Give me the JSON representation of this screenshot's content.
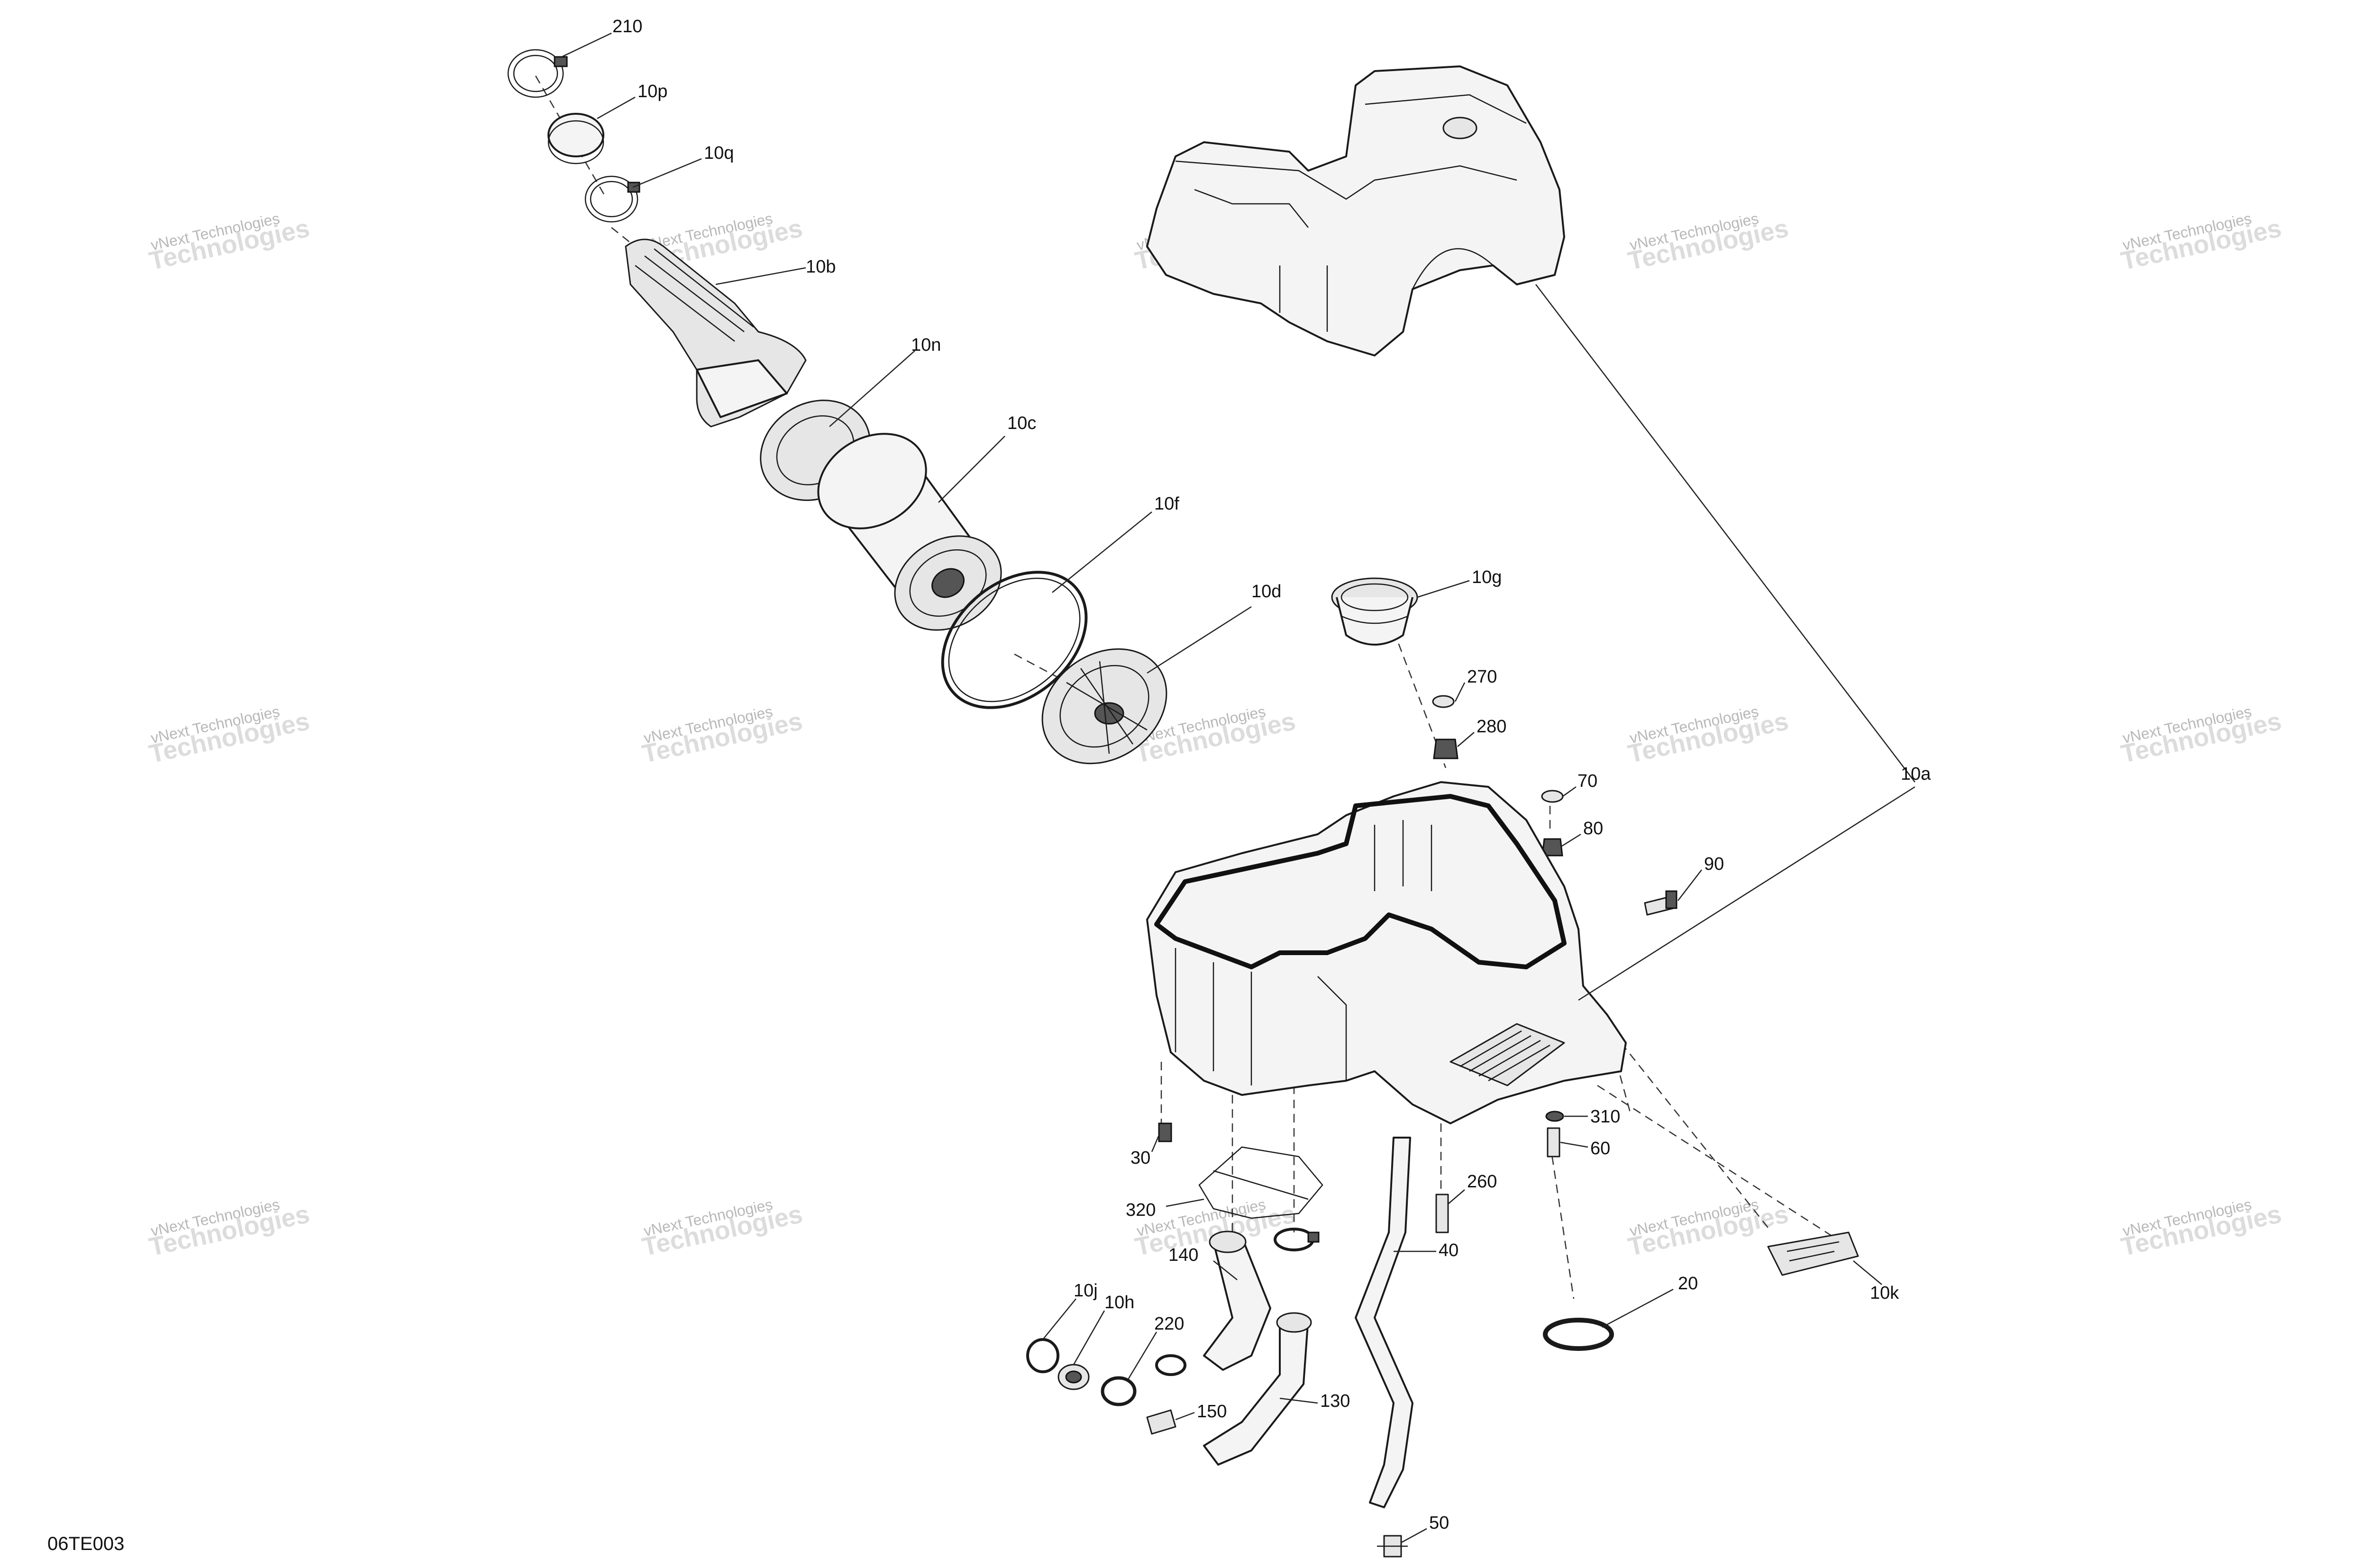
{
  "diagram": {
    "code": "06TE003",
    "watermark": {
      "line1": "vNext Technologies",
      "line2": "Technologies"
    },
    "callouts": {
      "c210": "210",
      "c10p": "10p",
      "c10q": "10q",
      "c10b": "10b",
      "c10n": "10n",
      "c10c": "10c",
      "c10f": "10f",
      "c10d": "10d",
      "c10g": "10g",
      "c270": "270",
      "c280": "280",
      "c70": "70",
      "c80": "80",
      "c90": "90",
      "c10a": "10a",
      "c310": "310",
      "c60": "60",
      "c30": "30",
      "c320": "320",
      "c260": "260",
      "c40": "40",
      "c140": "140",
      "c10j": "10j",
      "c10h": "10h",
      "c220": "220",
      "c150": "150",
      "c130": "130",
      "c20": "20",
      "c10k": "10k",
      "c50": "50"
    }
  }
}
